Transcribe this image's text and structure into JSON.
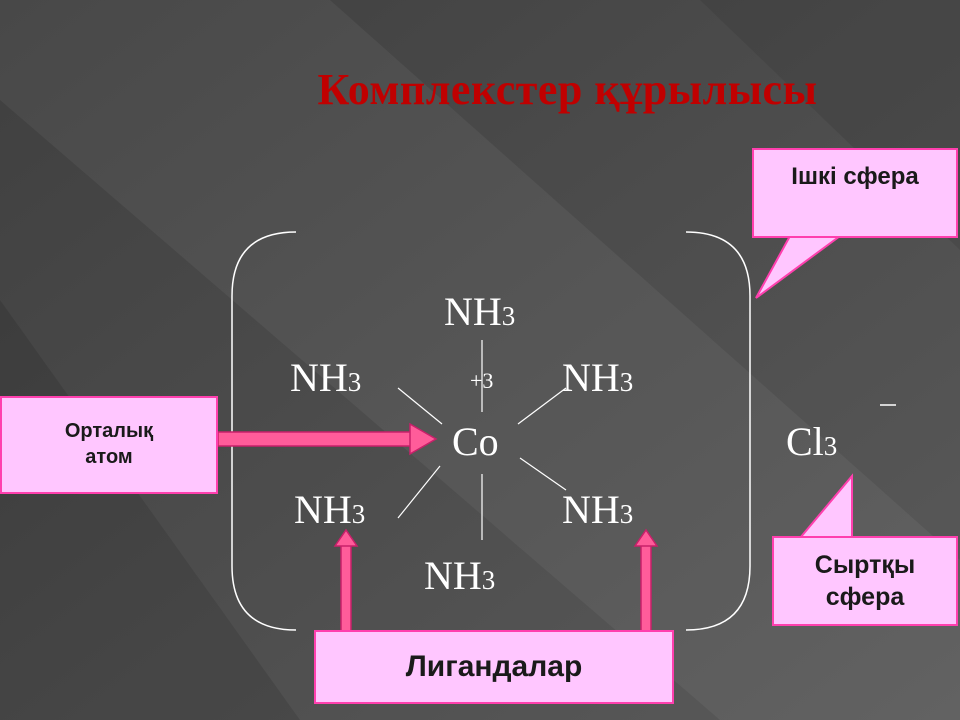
{
  "title": "Комплекстер құрылысы",
  "formula": {
    "ligand_main": "NH",
    "ligand_sub": "3",
    "central_atom": "Co",
    "charge": "+3",
    "outer_main": "Cl",
    "outer_sub": "3",
    "outer_charge": "–"
  },
  "callouts": {
    "inner_sphere": "Ішкі сфера",
    "central_atom_line1": "Орталық",
    "central_atom_line2": "атом",
    "outer_sphere_line1": "Сыртқы",
    "outer_sphere_line2": "сфера",
    "ligands": "Лигандалар"
  },
  "colors": {
    "title": "#c00000",
    "callout_fill": "#ffc6ff",
    "callout_border": "#ff3fae",
    "arrow": "#e8357e"
  }
}
